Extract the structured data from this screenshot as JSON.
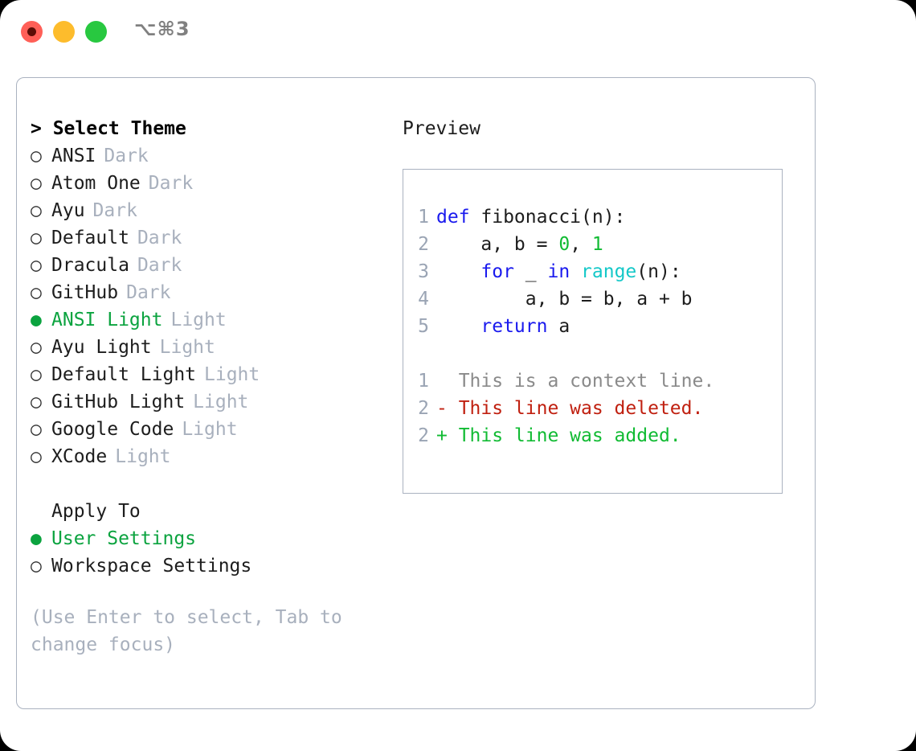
{
  "window": {
    "shortcut": "⌥⌘3",
    "traffic_lights": [
      "close-red",
      "minimize-yellow",
      "maximize-green"
    ],
    "colors": {
      "red": "#ff5f57",
      "yellow": "#fdbc2c",
      "green": "#28c840",
      "border": "#aab2c0",
      "accent_green": "#0ba33f",
      "muted": "#a8b0bd"
    }
  },
  "theme_list": {
    "header": "> Select Theme",
    "items": [
      {
        "bullet": "○",
        "name": "ANSI",
        "tag": "Dark",
        "selected": false
      },
      {
        "bullet": "○",
        "name": "Atom One",
        "tag": "Dark",
        "selected": false
      },
      {
        "bullet": "○",
        "name": "Ayu",
        "tag": "Dark",
        "selected": false
      },
      {
        "bullet": "○",
        "name": "Default",
        "tag": "Dark",
        "selected": false
      },
      {
        "bullet": "○",
        "name": "Dracula",
        "tag": "Dark",
        "selected": false
      },
      {
        "bullet": "○",
        "name": "GitHub",
        "tag": "Dark",
        "selected": false
      },
      {
        "bullet": "●",
        "name": "ANSI Light",
        "tag": "Light",
        "selected": true
      },
      {
        "bullet": "○",
        "name": "Ayu Light",
        "tag": "Light",
        "selected": false
      },
      {
        "bullet": "○",
        "name": "Default Light",
        "tag": "Light",
        "selected": false
      },
      {
        "bullet": "○",
        "name": "GitHub Light",
        "tag": "Light",
        "selected": false
      },
      {
        "bullet": "○",
        "name": "Google Code",
        "tag": "Light",
        "selected": false
      },
      {
        "bullet": "○",
        "name": "XCode",
        "tag": "Light",
        "selected": false
      }
    ]
  },
  "apply_to": {
    "title": "Apply To",
    "options": [
      {
        "bullet": "●",
        "name": "User Settings",
        "selected": true
      },
      {
        "bullet": "○",
        "name": "Workspace Settings",
        "selected": false
      }
    ]
  },
  "hint": "(Use Enter to select, Tab to change focus)",
  "preview": {
    "title": "Preview",
    "code_lines": [
      {
        "lno": "1",
        "tokens": [
          {
            "t": "def ",
            "c": "kw"
          },
          {
            "t": "fibonacci(n):",
            "c": "plain"
          }
        ]
      },
      {
        "lno": "2",
        "tokens": [
          {
            "t": "    a, b = ",
            "c": "plain"
          },
          {
            "t": "0",
            "c": "num"
          },
          {
            "t": ", ",
            "c": "plain"
          },
          {
            "t": "1",
            "c": "num"
          }
        ]
      },
      {
        "lno": "3",
        "tokens": [
          {
            "t": "    ",
            "c": "plain"
          },
          {
            "t": "for",
            "c": "kw"
          },
          {
            "t": " _ ",
            "c": "plain"
          },
          {
            "t": "in",
            "c": "kw"
          },
          {
            "t": " ",
            "c": "plain"
          },
          {
            "t": "range",
            "c": "fn"
          },
          {
            "t": "(n):",
            "c": "plain"
          }
        ]
      },
      {
        "lno": "4",
        "tokens": [
          {
            "t": "        a, b = b, a + b",
            "c": "plain"
          }
        ]
      },
      {
        "lno": "5",
        "tokens": [
          {
            "t": "    ",
            "c": "plain"
          },
          {
            "t": "return",
            "c": "kw"
          },
          {
            "t": " a",
            "c": "plain"
          }
        ]
      }
    ],
    "diff_lines": [
      {
        "lno": "1",
        "marker": "  ",
        "text": "This is a context line.",
        "kind": "ctx"
      },
      {
        "lno": "2",
        "marker": "- ",
        "text": "This line was deleted.",
        "kind": "del"
      },
      {
        "lno": "2",
        "marker": "+ ",
        "text": "This line was added.",
        "kind": "add"
      }
    ]
  }
}
